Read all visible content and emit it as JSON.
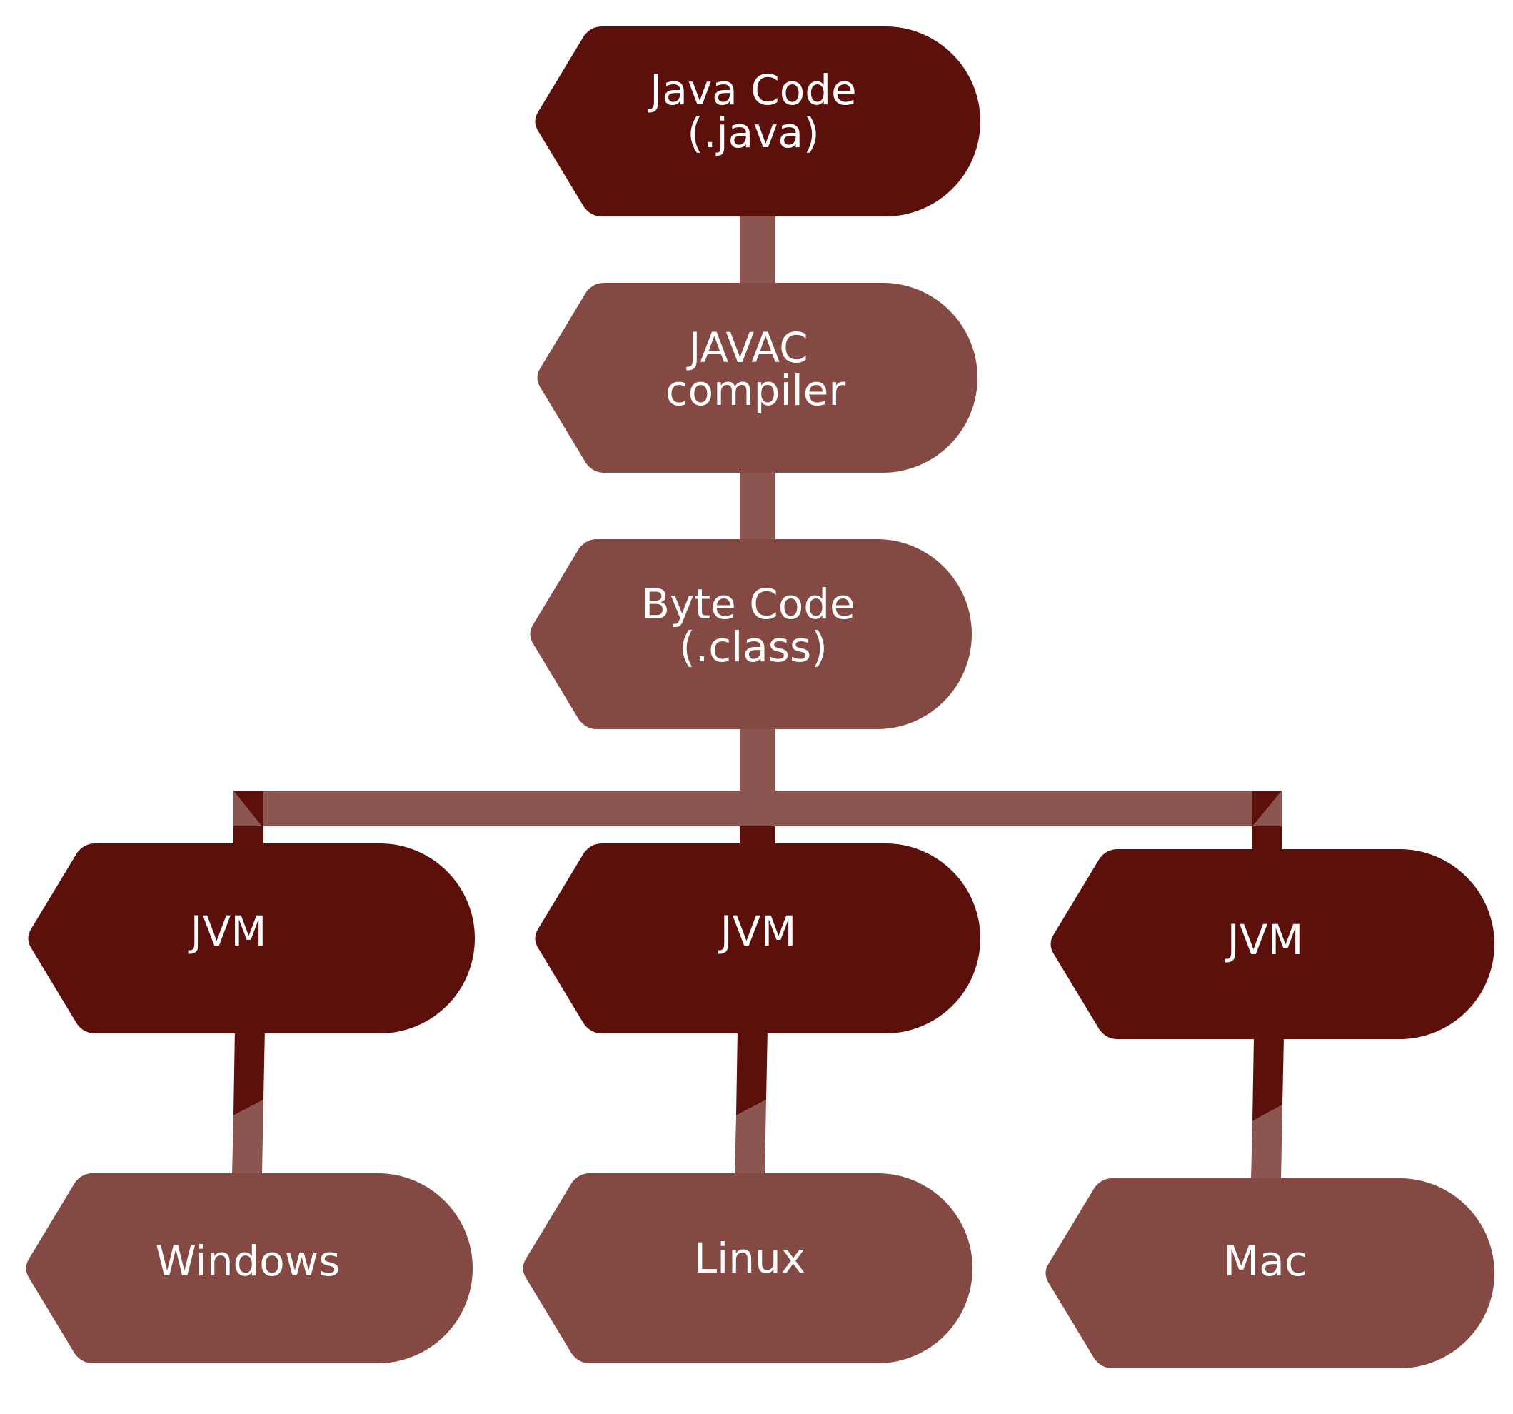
{
  "colors": {
    "dark": "#5c100b",
    "light": "#844943",
    "connector": "#8b5550",
    "background": "#ffffff"
  },
  "nodes": {
    "java_code": {
      "line1": "Java Code",
      "line2": "(.java)"
    },
    "javac": {
      "line1": "JAVAC",
      "line2": "compiler"
    },
    "byte_code": {
      "line1": "Byte Code",
      "line2": "(.class)"
    },
    "jvm_left": {
      "label": "JVM"
    },
    "jvm_middle": {
      "label": "JVM"
    },
    "jvm_right": {
      "label": "JVM"
    },
    "windows": {
      "label": "Windows"
    },
    "linux": {
      "label": "Linux"
    },
    "mac": {
      "label": "Mac"
    }
  }
}
